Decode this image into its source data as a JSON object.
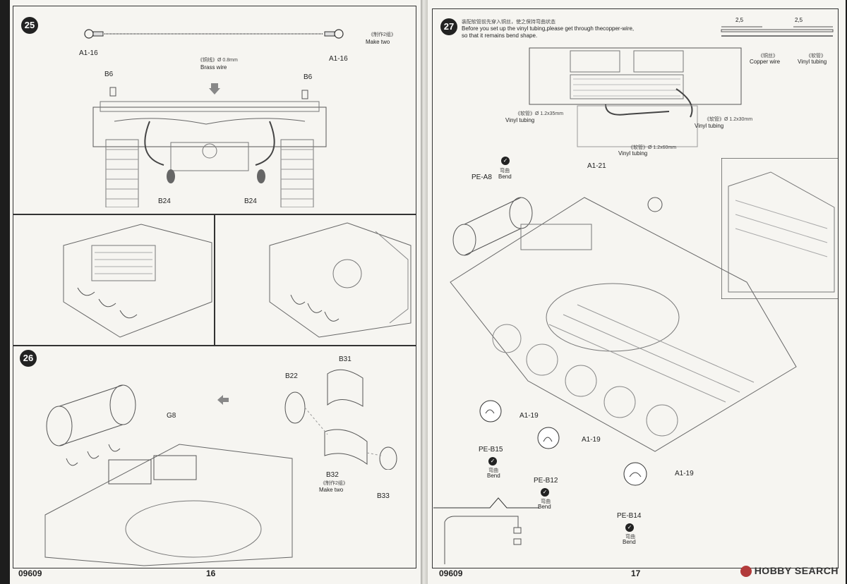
{
  "left_page": {
    "step25": {
      "number": "25",
      "label_a1_16_left": "A1-16",
      "label_a1_16_right": "A1-16",
      "make_two_cn": "《制作2组》",
      "make_two": "Make two",
      "brass_cn": "《铜线》Ø 0.8mm",
      "brass_wire": "Brass wire",
      "b6_left": "B6",
      "b6_right": "B6",
      "b24_left": "B24",
      "b24_right": "B24"
    },
    "step26": {
      "number": "26",
      "b31": "B31",
      "b22": "B22",
      "g8": "G8",
      "b32": "B32",
      "make_two_cn": "《制作2组》",
      "make_two": "Make two",
      "b33": "B33"
    },
    "footer": {
      "code": "09609",
      "page": "16"
    }
  },
  "right_page": {
    "step27": {
      "number": "27",
      "note_cn": "装配软管前先穿入铜丝，使之保持弯曲状态",
      "note_en_1": "Before you set up the vinyl tubing,please get through thecopper-wire,",
      "note_en_2": "so that it remains bend shape.",
      "dim_left": "2,5",
      "dim_right": "2,5",
      "copper_cn": "《铜丝》",
      "copper_wire": "Copper wire",
      "vinyl_cn": "《软管》",
      "vinyl_tubing_legend": "Vinyl tubing",
      "vinyl_35_cn": "《软管》Ø 1.2x35mm",
      "vinyl_35": "Vinyl tubing",
      "vinyl_30_cn": "《软管》Ø 1.2x30mm",
      "vinyl_30": "Vinyl tubing",
      "vinyl_60_cn": "《软管》Ø 1.2x60mm",
      "vinyl_60": "Vinyl tubing",
      "a1_21": "A1-21",
      "pe_a8": "PE-A8",
      "bend_cn": "弯曲",
      "bend": "Bend",
      "a1_19_1": "A1-19",
      "a1_19_2": "A1-19",
      "a1_19_3": "A1-19",
      "pe_b15": "PE-B15",
      "pe_b12": "PE-B12",
      "pe_b14": "PE-B14"
    },
    "footer": {
      "code": "09609",
      "page": "17"
    }
  },
  "watermark": {
    "text": "HOBBY SEARCH"
  }
}
